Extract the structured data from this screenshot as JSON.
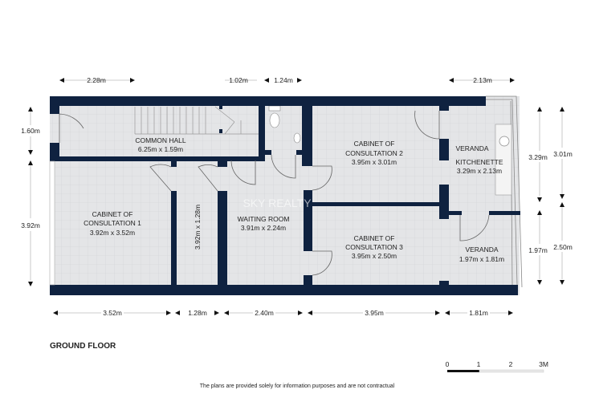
{
  "plan": {
    "title": "GROUND FLOOR",
    "disclaimer": "The plans are provided solely for information purposes and are not contractual",
    "watermark": "SKY REALTY",
    "wall_color": "#0f2240",
    "floor_color": "#e4e5e7",
    "rooms": {
      "common_hall": {
        "name": "COMMON HALL",
        "size": "6.25m x 1.59m"
      },
      "cabinet1": {
        "name_line1": "CABINET OF",
        "name_line2": "CONSULTATION 1",
        "size": "3.92m x 3.52m"
      },
      "corridor": {
        "size": "3.92m x 1.28m"
      },
      "waiting": {
        "name": "WAITING ROOM",
        "size": "3.91m x 2.24m"
      },
      "cabinet2": {
        "name_line1": "CABINET OF",
        "name_line2": "CONSULTATION 2",
        "size": "3.95m x 3.01m"
      },
      "kitchenette": {
        "name_line1": "VERANDA",
        "name_line2": "KITCHENETTE",
        "size": "3.29m x 2.13m"
      },
      "cabinet3": {
        "name_line1": "CABINET OF",
        "name_line2": "CONSULTATION 3",
        "size": "3.95m x 2.50m"
      },
      "veranda": {
        "name": "VERANDA",
        "size": "1.97m x 1.81m"
      }
    },
    "dimensions": {
      "top": [
        "2.28m",
        "1.02m",
        "1.24m",
        "2.13m"
      ],
      "left": [
        "1.60m",
        "3.92m"
      ],
      "right": [
        "3.29m",
        "3.01m",
        "1.97m",
        "2.50m"
      ],
      "bottom": [
        "3.52m",
        "1.28m",
        "2.40m",
        "3.95m",
        "1.81m"
      ]
    },
    "scale": {
      "labels": [
        "0",
        "1",
        "2",
        "3M"
      ]
    }
  }
}
